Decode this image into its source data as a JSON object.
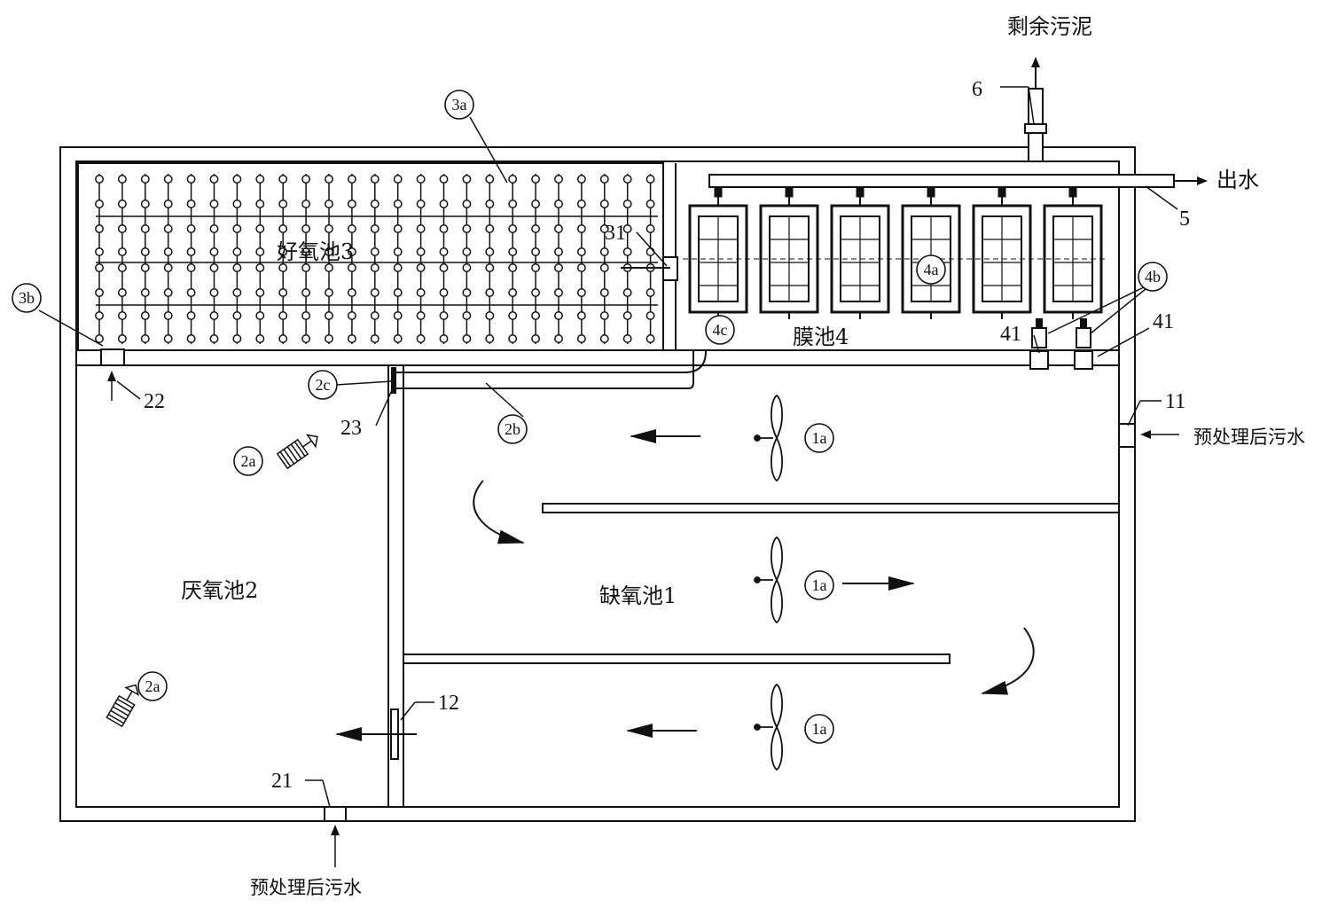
{
  "labels": {
    "anaerobic": "厌氧池2",
    "anoxic": "缺氧池1",
    "aerobic": "好氧池3",
    "membrane": "膜池4",
    "effluent": "出水",
    "excess_sludge": "剩余污泥",
    "influent_right": "预处理后污水",
    "influent_bottom": "预处理后污水"
  },
  "numbers": {
    "n6": "6",
    "n5": "5",
    "n31": "31",
    "n41a": "41",
    "n41b": "41",
    "n22": "22",
    "n23": "23",
    "n11": "11",
    "n12": "12",
    "n21": "21"
  },
  "circled": {
    "c3a": "3a",
    "c3b": "3b",
    "c2c": "2c",
    "c2b": "2b",
    "c2a_top": "2a",
    "c2a_bottom": "2a",
    "c1a_top": "1a",
    "c1a_mid": "1a",
    "c1a_bottom": "1a",
    "c4c": "4c",
    "c4a": "4a",
    "c4b": "4b"
  },
  "colors": {
    "line": "#111111",
    "background": "#ffffff"
  }
}
